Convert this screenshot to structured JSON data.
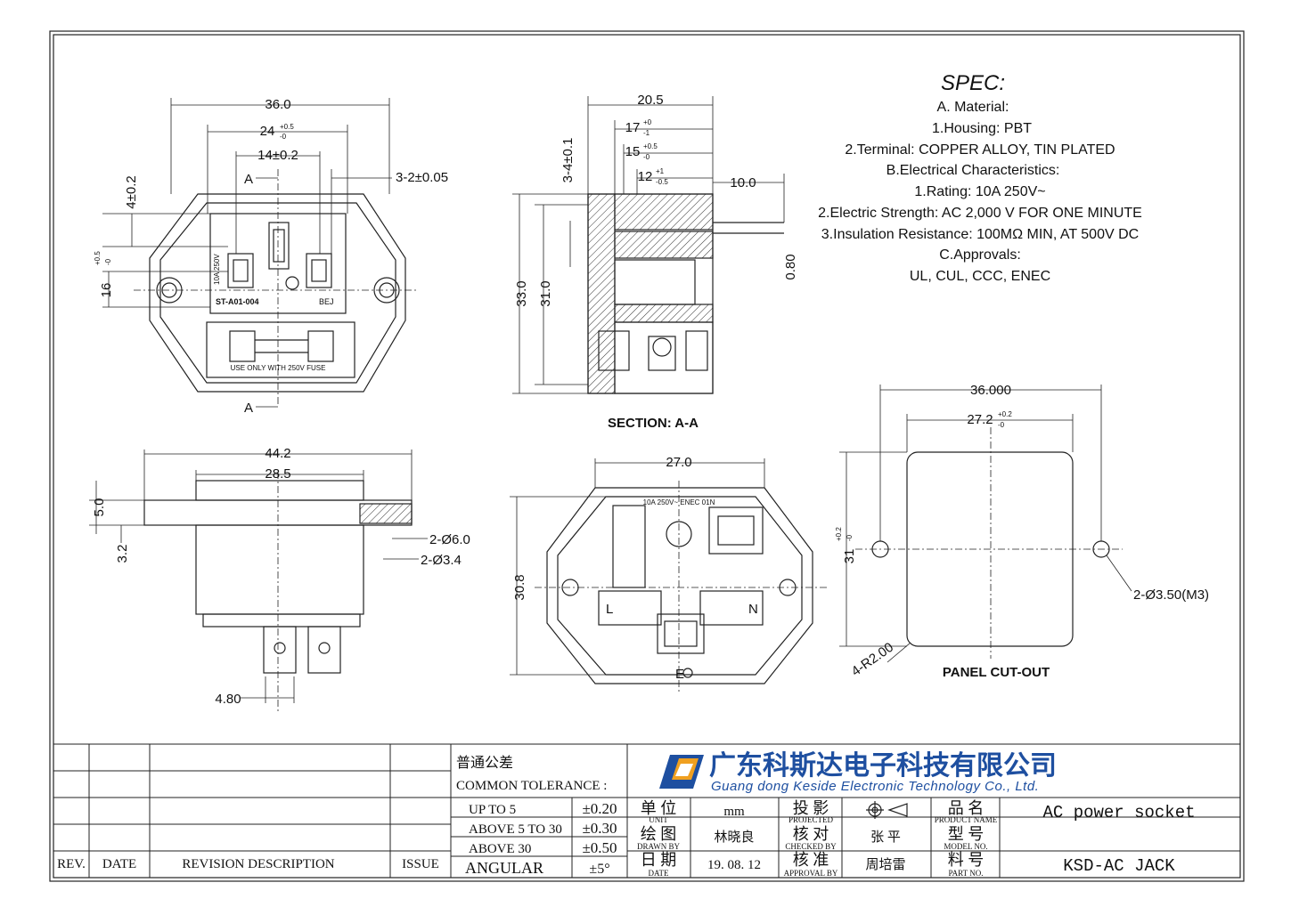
{
  "spec": {
    "title": "SPEC:",
    "lines": [
      "A. Material:",
      "1.Housing: PBT",
      "2.Terminal: COPPER ALLOY, TIN PLATED",
      "B.Electrical Characteristics:",
      "1.Rating:  10A 250V~",
      "2.Electric Strength: AC 2,000 V FOR ONE MINUTE",
      "3.Insulation Resistance: 100MΩ MIN, AT 500V DC",
      "C.Approvals:",
      "UL, CUL, CCC, ENEC"
    ]
  },
  "front_view": {
    "dim_width": "36.0",
    "dim_24": "24",
    "dim_24_tol_up": "+0.5",
    "dim_24_tol_dn": "-0",
    "dim_14": "14±0.2",
    "dim_3_2": "3-2±0.05",
    "dim_4": "4±0.2",
    "dim_16": "16",
    "dim_16_tol_up": "+0.5",
    "dim_16_tol_dn": "-0",
    "label_a": "A",
    "part_no": "ST-A01-004",
    "bej": "BEJ",
    "rating_small": "10A 250V",
    "fuse_text": "USE  ONLY  WITH 250V FUSE"
  },
  "section_view": {
    "dim_20_5": "20.5",
    "dim_17": "17",
    "dim_17_tol_up": "+0",
    "dim_17_tol_dn": "-1",
    "dim_15": "15",
    "dim_15_tol_up": "+0.5",
    "dim_15_tol_dn": "-0",
    "dim_12": "12",
    "dim_12_tol_up": "+1",
    "dim_12_tol_dn": "-0.5",
    "dim_10": "10.0",
    "dim_3_4": "3-4±0.1",
    "dim_33": "33.0",
    "dim_31": "31.0",
    "dim_0_80": "0.80",
    "caption": "SECTION: A-A"
  },
  "side_view": {
    "dim_44_2": "44.2",
    "dim_28_5": "28.5",
    "dim_5": "5.0",
    "dim_3_2": "3.2",
    "dim_hole_6": "2-Ø6.0",
    "dim_hole_3_4": "2-Ø3.4",
    "dim_4_80": "4.80"
  },
  "back_view": {
    "dim_27": "27.0",
    "dim_30_8": "30.8",
    "small_text": "10A 250V~ ENEC 01N",
    "label_l": "L",
    "label_n": "N",
    "label_e": "E"
  },
  "panel_cutout": {
    "dim_36": "36.000",
    "dim_27_2": "27.2",
    "dim_27_2_tol_up": "+0.2",
    "dim_27_2_tol_dn": "-0",
    "dim_31": "31",
    "dim_31_tol_up": "+0.2",
    "dim_31_tol_dn": "-0",
    "dim_holes": "2-Ø3.50(M3)",
    "dim_radius": "4-R2.00",
    "caption": "PANEL CUT-OUT"
  },
  "title_block": {
    "rev": "REV.",
    "date": "DATE",
    "revision_description": "REVISION  DESCRIPTION",
    "issue": "ISSUE",
    "tolerance_cn": "普通公差",
    "tolerance_en": "COMMON TOLERANCE :",
    "tolerances": [
      {
        "range": "UP TO 5",
        "value": "±0.20"
      },
      {
        "range": "ABOVE 5 TO 30",
        "value": "±0.30"
      },
      {
        "range": "ABOVE 30",
        "value": "±0.50"
      },
      {
        "range": "ANGULAR",
        "value": "±5°"
      }
    ],
    "company_cn": "广东科斯达电子科技有限公司",
    "company_en": "Guang dong Keside  Electronic Technology Co., Ltd.",
    "unit_cn": "单 位",
    "unit_en": "UNIT",
    "unit_value": "mm",
    "drawn_cn": "绘 图",
    "drawn_en": "DRAWN BY",
    "drawn_value": "林晓良",
    "date_cn": "日 期",
    "date_en": "DATE",
    "date_value": "19. 08. 12",
    "projected_cn": "投 影",
    "projected_en": "PROJECTED",
    "checked_cn": "核 对",
    "checked_en": "CHECKED BY",
    "checked_value": "张 平",
    "approval_cn": "核 准",
    "approval_en": "APPROVAL BY",
    "approval_value": "周培雷",
    "product_cn": "品 名",
    "product_en": "PRODUCT NAME",
    "product_value": "AC power socket",
    "model_cn": "型 号",
    "model_en": "MODEL NO.",
    "model_value": "",
    "part_cn": "料 号",
    "part_en": "PART NO.",
    "part_value": "KSD-AC JACK"
  },
  "colors": {
    "line": "#222222",
    "logo_blue": "#1e4fa0",
    "logo_orange": "#f0a020"
  }
}
